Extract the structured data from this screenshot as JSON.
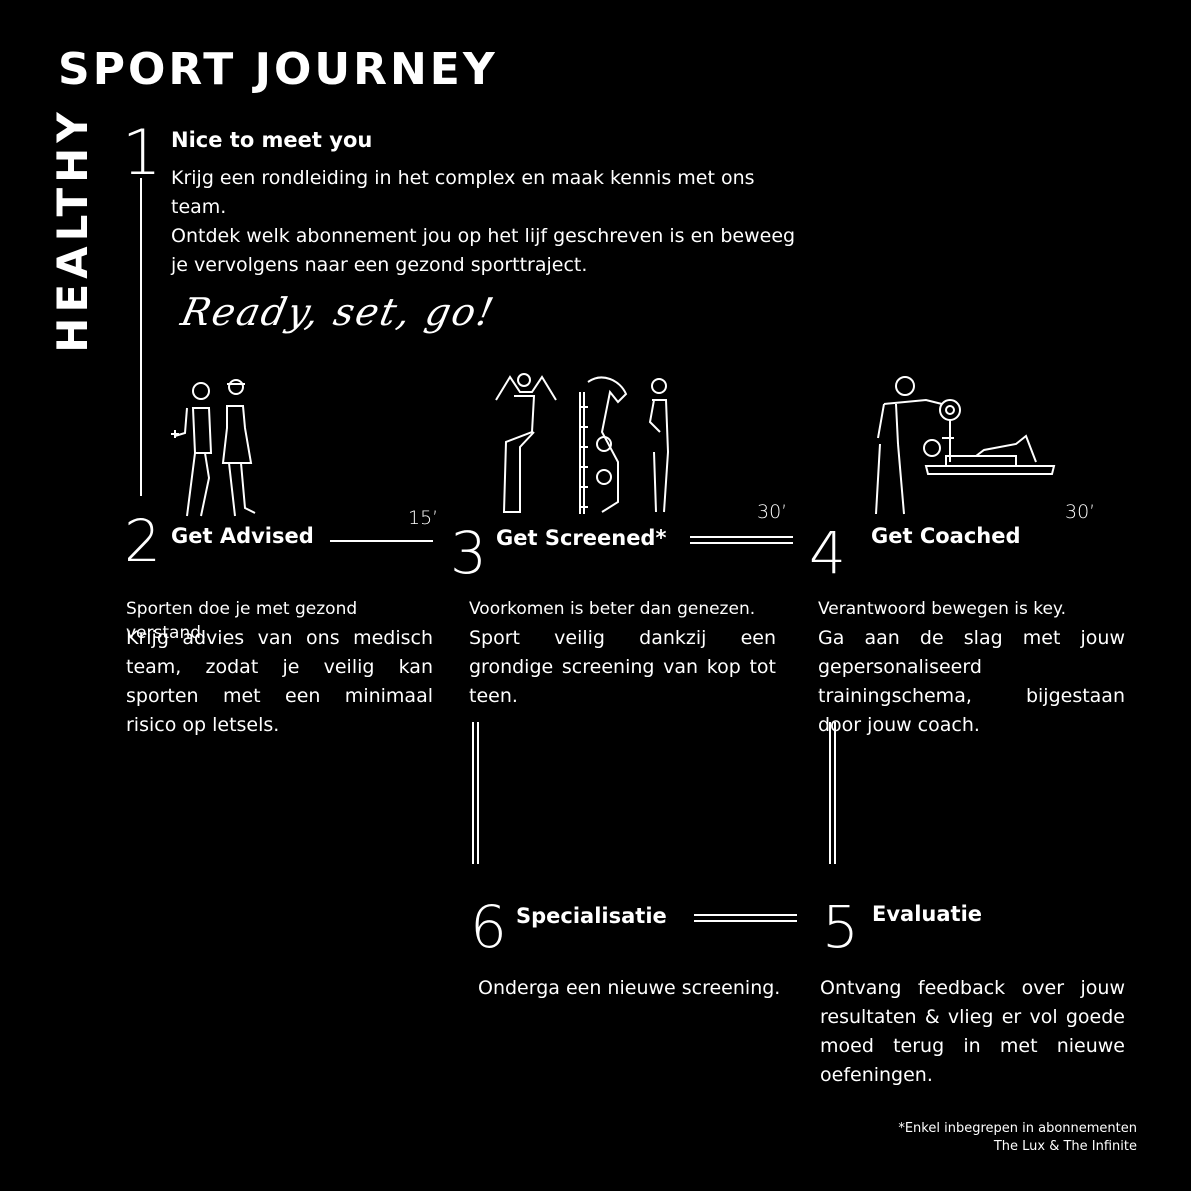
{
  "header": {
    "title": "SPORT JOURNEY",
    "vertical_label": "HEALTHY"
  },
  "tagline": "Ready, set, go!",
  "steps": [
    {
      "number": "1",
      "title": "Nice to meet you",
      "minutes": "",
      "lines": [
        "Krijg een rondleiding in het complex en maak kennis met ons team.",
        "Ontdek welk abonnement jou op het lijf geschreven is en beweeg",
        "je vervolgens naar een gezond sporttraject."
      ]
    },
    {
      "number": "2",
      "title": "Get Advised",
      "minutes": "15’",
      "lead": "Sporten doe je met gezond verstand.",
      "text": "Krijg advies van ons medisch team, zodat je veilig kan sporten met een minimaal risico op letsels."
    },
    {
      "number": "3",
      "title": "Get Screened*",
      "minutes": "30’",
      "lead": "Voorkomen is beter dan genezen.",
      "text": "Sport veilig dankzij een grondige screening van kop tot teen."
    },
    {
      "number": "4",
      "title": "Get Coached",
      "minutes": "30’",
      "lead": "Verantwoord bewegen is key.",
      "text": "Ga aan de slag met jouw gepersonaliseerd trainingschema, bijgestaan door jouw coach."
    },
    {
      "number": "5",
      "title": "Evaluatie",
      "minutes": "",
      "text": "Ontvang feedback over jouw resultaten & vlieg er vol goede moed terug in met nieuwe oefeningen."
    },
    {
      "number": "6",
      "title": "Specialisatie",
      "minutes": "",
      "text": "Onderga een nieuwe screening."
    }
  ],
  "icons": [
    "advisor-couple-icon",
    "screening-icon",
    "coach-weights-icon"
  ],
  "footnote": {
    "line1": "*Enkel inbegrepen in abonnementen",
    "line2": "The Lux & The Infinite"
  }
}
